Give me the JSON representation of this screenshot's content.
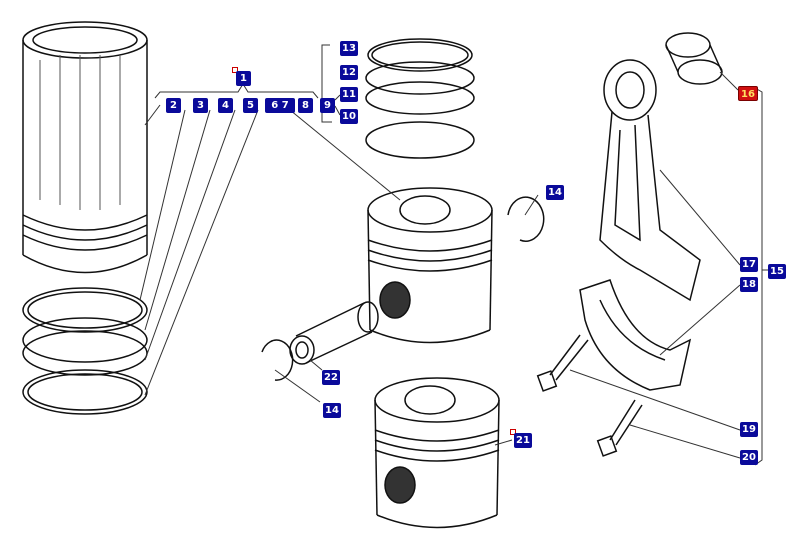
{
  "diagram": {
    "callouts": [
      {
        "id": "c1",
        "text": "1",
        "color": "#0a0a9a",
        "marker": true
      },
      {
        "id": "c2",
        "text": "2",
        "color": "#0a0a9a"
      },
      {
        "id": "c3",
        "text": "3",
        "color": "#0a0a9a"
      },
      {
        "id": "c4",
        "text": "4",
        "color": "#0a0a9a"
      },
      {
        "id": "c5",
        "text": "5",
        "color": "#0a0a9a"
      },
      {
        "id": "c67",
        "text": "6 7",
        "color": "#0a0a9a"
      },
      {
        "id": "c8",
        "text": "8",
        "color": "#0a0a9a"
      },
      {
        "id": "c9",
        "text": "9",
        "color": "#0a0a9a"
      },
      {
        "id": "c10",
        "text": "10",
        "color": "#0a0a9a"
      },
      {
        "id": "c11",
        "text": "11",
        "color": "#0a0a9a"
      },
      {
        "id": "c12",
        "text": "12",
        "color": "#0a0a9a"
      },
      {
        "id": "c13",
        "text": "13",
        "color": "#0a0a9a"
      },
      {
        "id": "c14a",
        "text": "14",
        "color": "#0a0a9a"
      },
      {
        "id": "c14b",
        "text": "14",
        "color": "#0a0a9a"
      },
      {
        "id": "c15",
        "text": "15",
        "color": "#0a0a9a"
      },
      {
        "id": "c16",
        "text": "16",
        "color": "#d01010"
      },
      {
        "id": "c17",
        "text": "17",
        "color": "#0a0a9a"
      },
      {
        "id": "c18",
        "text": "18",
        "color": "#0a0a9a"
      },
      {
        "id": "c19",
        "text": "19",
        "color": "#0a0a9a"
      },
      {
        "id": "c20",
        "text": "20",
        "color": "#0a0a9a"
      },
      {
        "id": "c21",
        "text": "21",
        "color": "#0a0a9a",
        "marker": true
      },
      {
        "id": "c22",
        "text": "22",
        "color": "#0a0a9a"
      }
    ]
  }
}
